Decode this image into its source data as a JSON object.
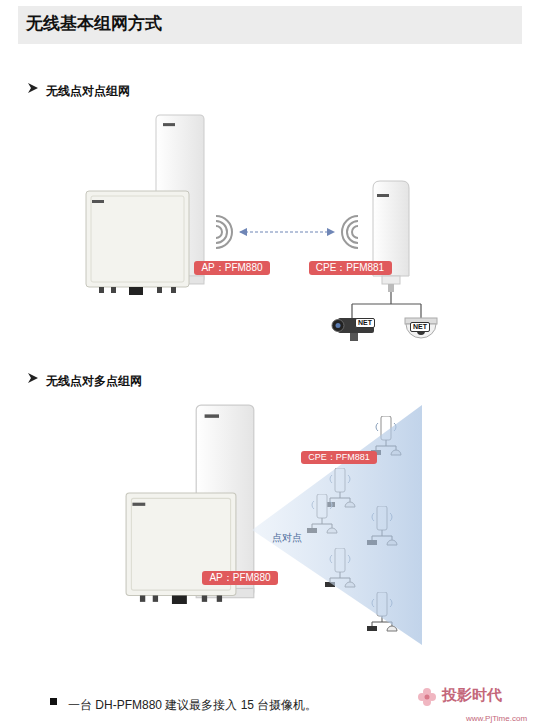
{
  "diagram": {
    "title": "无线基本组网方式",
    "nodes": [
      {
        "text": [
          "AP：PFM880"
        ]
      },
      {
        "text": [
          "CPE：PFM881"
        ]
      },
      {
        "text": [
          "点对点"
        ]
      },
      {
        "text": [
          "CPE：PFM881"
        ]
      },
      {
        "text": [
          "AP：PFM880"
        ]
      }
    ],
    "labels": [
      "无线点对点组网",
      "NET",
      "NET",
      "无线点对多点组网",
      "一台 DH-PFM880 建议最多接入 15 台摄像机。",
      "投影时代",
      "www.PjTime.com"
    ]
  }
}
